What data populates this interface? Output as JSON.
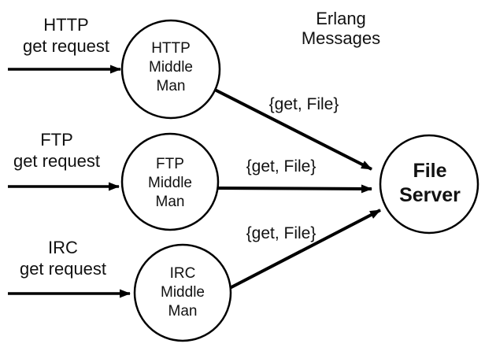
{
  "title": [
    "Erlang",
    "Messages"
  ],
  "requests": {
    "http": {
      "protocol": "HTTP",
      "action": "get request"
    },
    "ftp": {
      "protocol": "FTP",
      "action": "get request"
    },
    "irc": {
      "protocol": "IRC",
      "action": "get request"
    }
  },
  "nodes": {
    "http_mm": [
      "HTTP",
      "Middle",
      "Man"
    ],
    "ftp_mm": [
      "FTP",
      "Middle",
      "Man"
    ],
    "irc_mm": [
      "IRC",
      "Middle",
      "Man"
    ],
    "file_server": [
      "File",
      "Server"
    ]
  },
  "messages": {
    "http_to_server": "{get, File}",
    "ftp_to_server": "{get, File}",
    "irc_to_server": "{get, File}"
  },
  "colors": {
    "line": "#000000",
    "text": "#111111",
    "node_fill": "#ffffff",
    "background": "#ffffff"
  }
}
